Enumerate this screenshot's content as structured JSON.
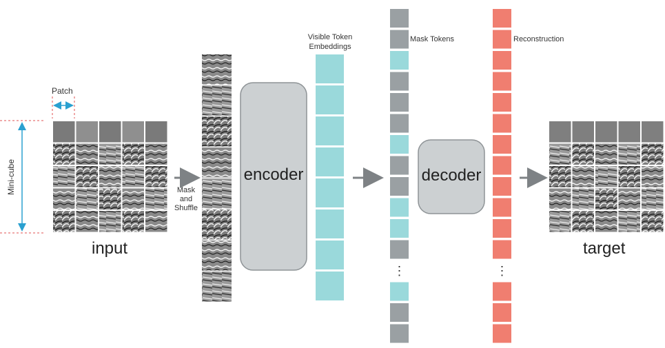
{
  "labels": {
    "patch": "Patch",
    "mini_cube": "Mini-cube",
    "input": "input",
    "mask_shuffle": [
      "Mask",
      "and",
      "Shuffle"
    ],
    "encoder": "encoder",
    "visible_token": [
      "Visible Token",
      "Embeddings"
    ],
    "mask_tokens": "Mask Tokens",
    "decoder": "decoder",
    "reconstruction": "Reconstruction",
    "target": "target",
    "ellipsis": "⋮"
  },
  "colors": {
    "teal": "#9ad9db",
    "gray_token": "#9aa0a3",
    "salmon": "#f07e70",
    "box_fill": "#ccd0d2",
    "box_stroke": "#8e9396",
    "arrow": "#7e8285",
    "guide_red": "#e05050",
    "guide_blue": "#2aa0d0"
  },
  "token_columns": {
    "mask_tokens_column": [
      "gray",
      "gray",
      "teal",
      "gray",
      "gray",
      "gray",
      "teal",
      "gray",
      "gray",
      "teal",
      "teal",
      "gray",
      "ellipsis",
      "teal",
      "gray",
      "gray"
    ],
    "reconstruction_column": [
      "salmon",
      "salmon",
      "salmon",
      "salmon",
      "salmon",
      "salmon",
      "salmon",
      "salmon",
      "salmon",
      "salmon",
      "salmon",
      "salmon",
      "ellipsis",
      "salmon",
      "salmon",
      "salmon"
    ]
  }
}
